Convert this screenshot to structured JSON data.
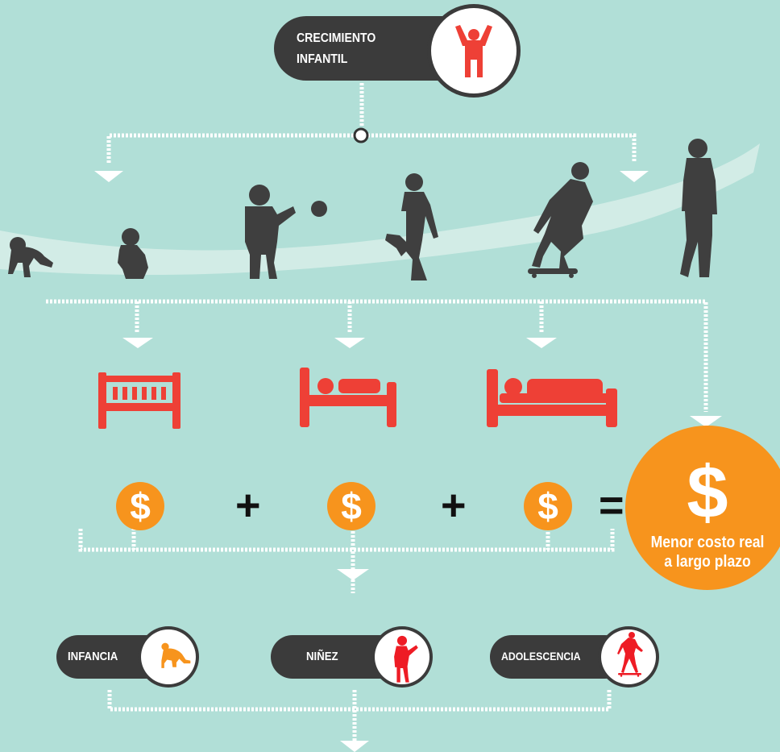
{
  "header": {
    "label_line1": "CRECIMIENTO",
    "label_line2": "INFANTIL",
    "icon": "child-arms-up-icon"
  },
  "growth_silhouettes": [
    "crawling-baby-icon",
    "crouching-toddler-icon",
    "child-with-ball-icon",
    "boy-kicking-icon",
    "teen-skateboarder-icon",
    "adult-standing-icon"
  ],
  "beds": [
    "crib-icon",
    "single-bed-icon",
    "double-bed-icon"
  ],
  "equation": {
    "coin_symbol": "$",
    "plus": "+",
    "equals": "=",
    "result_symbol": "$",
    "result_line1": "Menor costo real",
    "result_line2": "a largo plazo"
  },
  "stages": [
    {
      "label": "INFANCIA",
      "icon": "crawling-baby-icon"
    },
    {
      "label": "NIÑEZ",
      "icon": "child-with-ball-icon"
    },
    {
      "label": "ADOLESCENCIA",
      "icon": "teen-skateboarder-icon"
    }
  ],
  "colors": {
    "background": "#b1dfd7",
    "pill": "#3b3b3b",
    "accent_red": "#ee4036",
    "accent_orange": "#f7941d",
    "silhouette": "#3f3f3f",
    "connector": "#ffffff"
  }
}
